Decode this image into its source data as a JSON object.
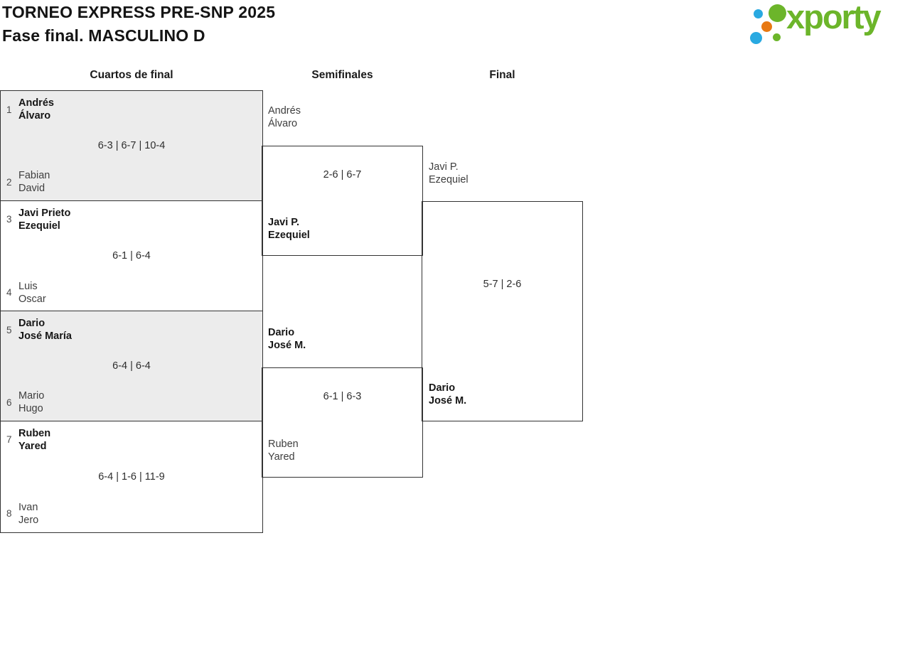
{
  "page": {
    "title_line1": "TORNEO EXPRESS PRE-SNP 2025",
    "title_line2": "Fase final. MASCULINO D"
  },
  "logo": {
    "wordmark": "xporty"
  },
  "columns": {
    "quarterfinals": "Cuartos de final",
    "semifinals": "Semifinales",
    "final": "Final"
  },
  "colors": {
    "green": "#6cb52a",
    "blue": "#29a9e1",
    "orange": "#e87812",
    "box_border": "#333333",
    "shaded_box": "#ececec",
    "winner_text": "#161616",
    "loser_text": "#3e3e3e",
    "seed_text": "#4a4a4a",
    "score_text": "#2d2d2d"
  },
  "bracket": {
    "quarterfinals": [
      {
        "seed_top": "1",
        "team_top": [
          "Andrés",
          "Álvaro"
        ],
        "top_winner": true,
        "score": "6-3 | 6-7 | 10-4",
        "seed_bottom": "2",
        "team_bottom": [
          "Fabian",
          "David"
        ],
        "bottom_winner": false
      },
      {
        "seed_top": "3",
        "team_top": [
          "Javi Prieto",
          "Ezequiel"
        ],
        "top_winner": true,
        "score": "6-1 | 6-4",
        "seed_bottom": "4",
        "team_bottom": [
          "Luis",
          "Oscar"
        ],
        "bottom_winner": false
      },
      {
        "seed_top": "5",
        "team_top": [
          "Dario",
          "José María"
        ],
        "top_winner": true,
        "score": "6-4 | 6-4",
        "seed_bottom": "6",
        "team_bottom": [
          "Mario",
          "Hugo"
        ],
        "bottom_winner": false
      },
      {
        "seed_top": "7",
        "team_top": [
          "Ruben",
          "Yared"
        ],
        "top_winner": true,
        "score": "6-4 | 1-6 | 11-9",
        "seed_bottom": "8",
        "team_bottom": [
          "Ivan",
          "Jero"
        ],
        "bottom_winner": false
      }
    ],
    "semifinals": [
      {
        "team_top": [
          "Andrés",
          "Álvaro"
        ],
        "top_winner": false,
        "score": "2-6 | 6-7",
        "team_bottom": [
          "Javi P.",
          "Ezequiel"
        ],
        "bottom_winner": true
      },
      {
        "team_top": [
          "Dario",
          "José M."
        ],
        "top_winner": true,
        "score": "6-1 | 6-3",
        "team_bottom": [
          "Ruben",
          "Yared"
        ],
        "bottom_winner": false
      }
    ],
    "final": {
      "team_top": [
        "Javi P.",
        "Ezequiel"
      ],
      "top_winner": false,
      "score": "5-7 | 2-6",
      "team_bottom": [
        "Dario",
        "José M."
      ],
      "bottom_winner": true
    }
  }
}
